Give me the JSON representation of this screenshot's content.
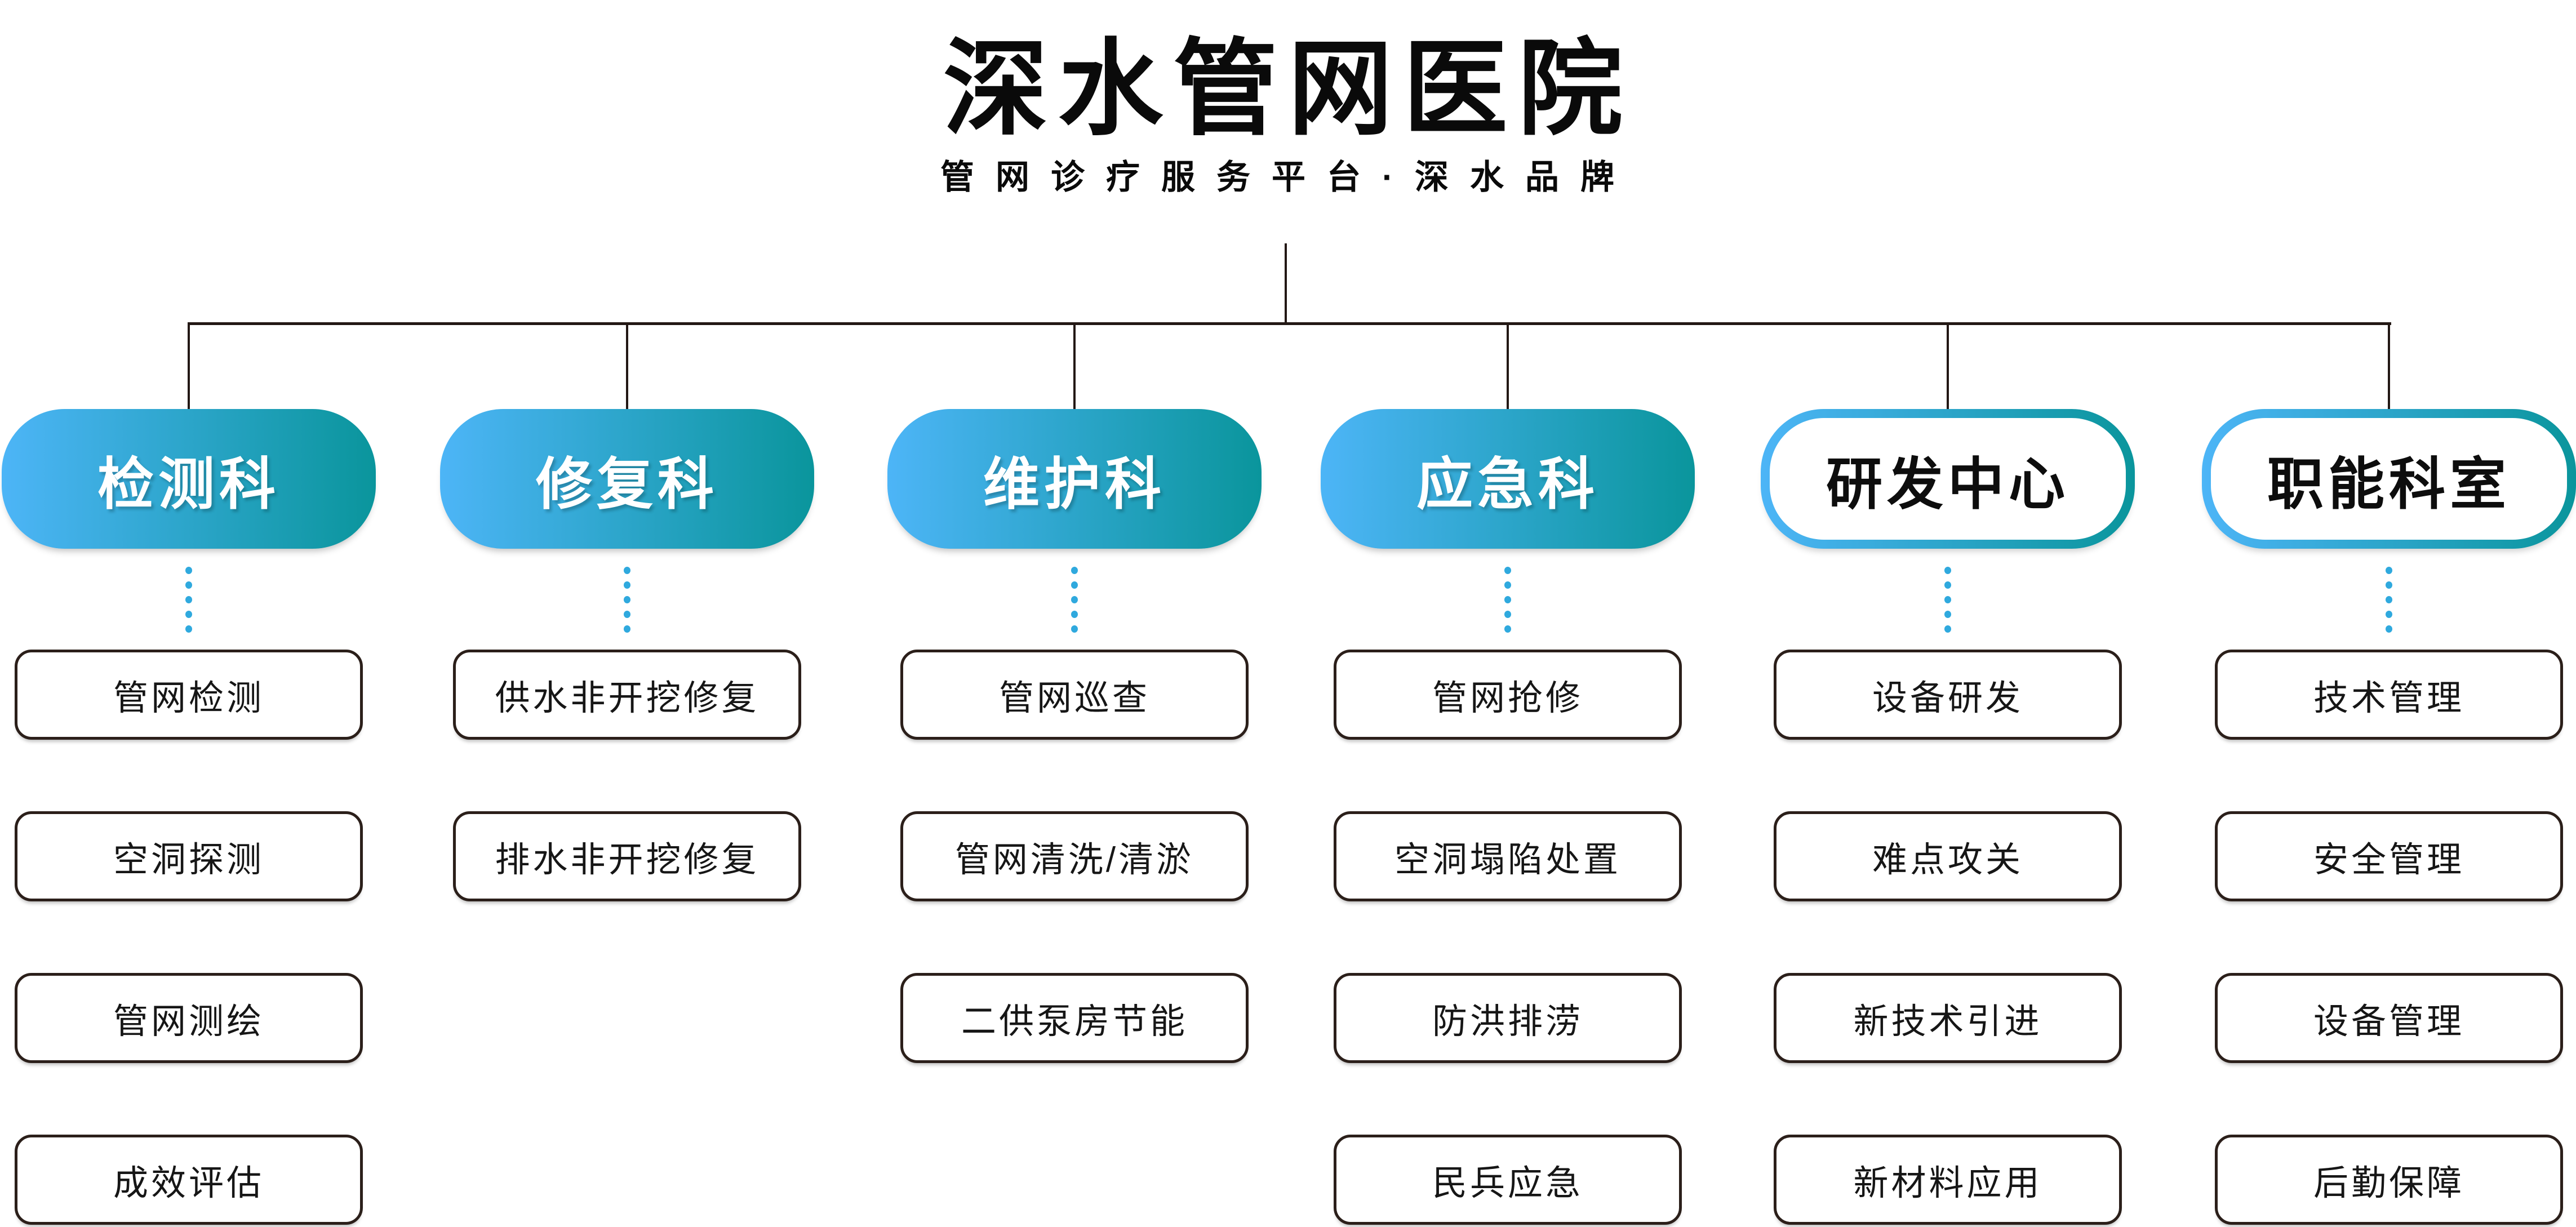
{
  "header": {
    "title": "深水管网医院",
    "subtitle": "管网诊疗服务平台·深水品牌"
  },
  "colors": {
    "gradient_start": "#4DB5F7",
    "gradient_end": "#0A959C",
    "dot": "#2FA9DE",
    "connector_line": "#231815",
    "box_border": "#2B1F1A"
  },
  "departments": [
    {
      "name": "检测科",
      "style": "filled",
      "items": [
        "管网检测",
        "空洞探测",
        "管网测绘",
        "成效评估"
      ]
    },
    {
      "name": "修复科",
      "style": "filled",
      "items": [
        "供水非开挖修复",
        "排水非开挖修复"
      ]
    },
    {
      "name": "维护科",
      "style": "filled",
      "items": [
        "管网巡查",
        "管网清洗/清淤",
        "二供泵房节能"
      ]
    },
    {
      "name": "应急科",
      "style": "filled",
      "items": [
        "管网抢修",
        "空洞塌陷处置",
        "防洪排涝",
        "民兵应急"
      ]
    },
    {
      "name": "研发中心",
      "style": "outlined",
      "items": [
        "设备研发",
        "难点攻关",
        "新技术引进",
        "新材料应用"
      ]
    },
    {
      "name": "职能科室",
      "style": "outlined",
      "items": [
        "技术管理",
        "安全管理",
        "设备管理",
        "后勤保障"
      ]
    }
  ]
}
